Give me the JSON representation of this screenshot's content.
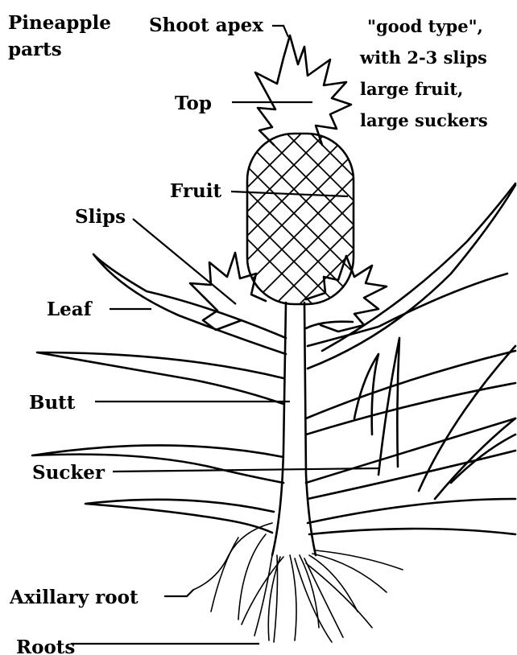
{
  "title_line1": "Pineapple",
  "title_line2": "parts",
  "note": {
    "line1": "\"good type\",",
    "line2": "with 2-3 slips",
    "line3": "large fruit,",
    "line4": "large suckers"
  },
  "labels": {
    "shoot_apex": "Shoot apex",
    "top": "Top",
    "fruit": "Fruit",
    "slips": "Slips",
    "leaf": "Leaf",
    "butt": "Butt",
    "sucker": "Sucker",
    "axillary_root": "Axillary root",
    "roots": "Roots"
  }
}
